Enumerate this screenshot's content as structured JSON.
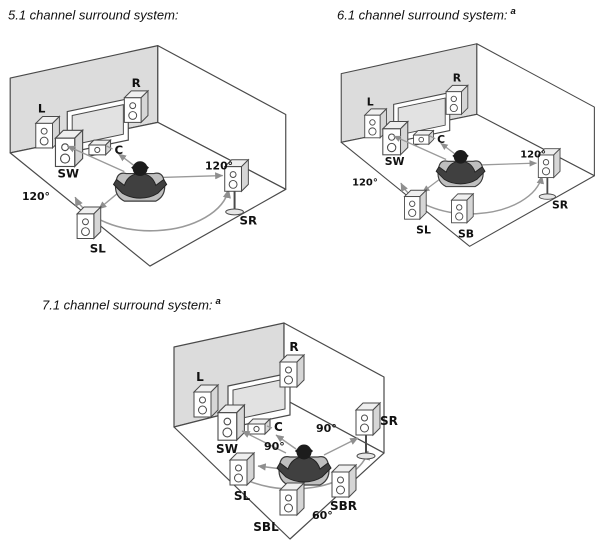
{
  "diagrams": [
    {
      "title": "5.1 channel surround system:",
      "note": "",
      "labels": {
        "L": "L",
        "R": "R",
        "C": "C",
        "SW": "SW",
        "SL": "SL",
        "SR": "SR"
      },
      "angles": {
        "left": "120°",
        "right": "120°"
      }
    },
    {
      "title": "6.1 channel surround system:",
      "note": "a",
      "labels": {
        "L": "L",
        "R": "R",
        "C": "C",
        "SW": "SW",
        "SL": "SL",
        "SB": "SB",
        "SR": "SR"
      },
      "angles": {
        "left": "120°",
        "right": "120°"
      }
    },
    {
      "title": "7.1 channel surround system:",
      "note": "a",
      "labels": {
        "L": "L",
        "R": "R",
        "C": "C",
        "SW": "SW",
        "SL": "SL",
        "SBL": "SBL",
        "SBR": "SBR",
        "SR": "SR"
      },
      "angles": {
        "left": "90°",
        "right": "90°",
        "back": "60°"
      }
    }
  ],
  "colors": {
    "wall": "#dcdcdc",
    "outline": "#4a4a4a",
    "guide": "#9a9a9a",
    "text": "#111111"
  }
}
